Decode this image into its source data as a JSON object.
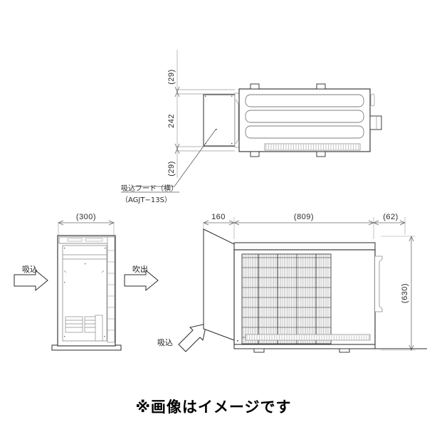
{
  "drawing": {
    "background_color": "#ffffff",
    "line_color": "#2b2b2b",
    "thin_line_color": "#8a8a8a",
    "caption": "※画像はイメージです"
  },
  "top_view": {
    "name": "top-view",
    "vertical_dimensions": [
      {
        "id": "top-gap",
        "label": "(29)"
      },
      {
        "id": "hood-depth",
        "label": "242"
      },
      {
        "id": "bottom-gap",
        "label": "(29)"
      }
    ],
    "callout": {
      "line1": "吸込フード（横）",
      "line2": "（AGJT−13S）"
    }
  },
  "front_view": {
    "name": "front-elevation-view",
    "width_dimension": "(300)",
    "arrows": [
      {
        "id": "intake-left",
        "label": "吸込",
        "direction": "right"
      },
      {
        "id": "discharge",
        "label": "吹出",
        "direction": "right"
      }
    ]
  },
  "perspective_view": {
    "name": "perspective-view",
    "horizontal_dimensions": [
      {
        "id": "hood-width",
        "label": "160"
      },
      {
        "id": "body-width",
        "label": "(809)"
      },
      {
        "id": "side-width",
        "label": "(62)"
      }
    ],
    "height_dimension": "(630)",
    "arrow": {
      "id": "intake-diagonal",
      "label": "吸込",
      "direction": "up-right"
    }
  }
}
